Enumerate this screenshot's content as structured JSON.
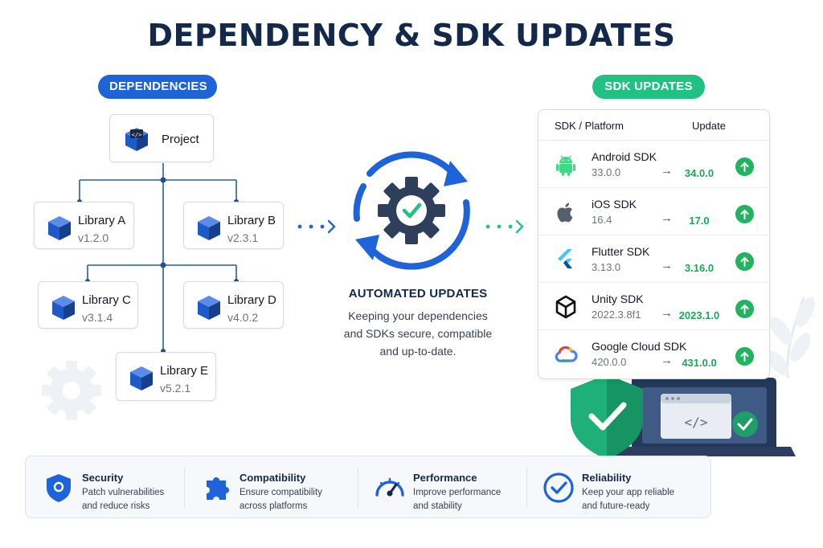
{
  "title": "DEPENDENCY & SDK UPDATES",
  "dependencies": {
    "label": "DEPENDENCIES",
    "project": "Project",
    "libraries": [
      {
        "name": "Library A",
        "version": "v1.2.0"
      },
      {
        "name": "Library B",
        "version": "v2.3.1"
      },
      {
        "name": "Library C",
        "version": "v3.1.4"
      },
      {
        "name": "Library D",
        "version": "v4.0.2"
      },
      {
        "name": "Library E",
        "version": "v5.2.1"
      }
    ]
  },
  "center": {
    "title": "AUTOMATED UPDATES",
    "description_lines": [
      "Keeping your dependencies",
      "and SDKs secure, compatible",
      "and up-to-date."
    ]
  },
  "sdk_updates": {
    "label": "SDK UPDATES",
    "columns": [
      "SDK / Platform",
      "Update"
    ],
    "rows": [
      {
        "name": "Android SDK",
        "current": "33.0.0",
        "arrow": "→",
        "new": "34.0.0",
        "icon": "android-icon"
      },
      {
        "name": "iOS SDK",
        "current": "16.4",
        "arrow": "→",
        "new": "17.0",
        "icon": "apple-icon"
      },
      {
        "name": "Flutter SDK",
        "current": "3.13.0",
        "arrow": "→",
        "new": "3.16.0",
        "icon": "flutter-icon"
      },
      {
        "name": "Unity SDK",
        "current": "2022.3.8f1",
        "arrow": "→",
        "new": "2023.1.0",
        "icon": "unity-icon"
      },
      {
        "name": "Google Cloud SDK",
        "current": "420.0.0",
        "arrow": "→",
        "new": "431.0.0",
        "icon": "google-cloud-icon"
      }
    ]
  },
  "benefits": [
    {
      "title": "Security",
      "desc_lines": [
        "Patch vulnerabilities",
        "and reduce risks"
      ],
      "icon": "shield-icon"
    },
    {
      "title": "Compatibility",
      "desc_lines": [
        "Ensure compatibility",
        "across platforms"
      ],
      "icon": "puzzle-icon"
    },
    {
      "title": "Performance",
      "desc_lines": [
        "Improve performance",
        "and stability"
      ],
      "icon": "speedometer-icon"
    },
    {
      "title": "Reliability",
      "desc_lines": [
        "Keep your app reliable",
        "and future-ready"
      ],
      "icon": "check-circle-icon"
    }
  ],
  "colors": {
    "primary_blue": "#1f63d8",
    "green": "#20c182",
    "navy": "#14284b"
  }
}
